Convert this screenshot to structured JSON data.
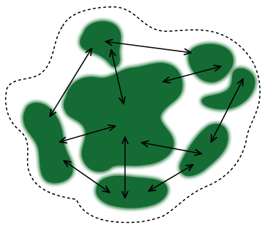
{
  "diagram": {
    "colors": {
      "region_fill": "#156b34",
      "region_halo": "#3f8d57",
      "arrow": "#000000",
      "boundary": "#000000",
      "background": "#ffffff"
    },
    "regions": [
      {
        "id": "top-left-blob"
      },
      {
        "id": "top-right-blob"
      },
      {
        "id": "right-blob"
      },
      {
        "id": "center-blob"
      },
      {
        "id": "left-blob"
      },
      {
        "id": "bottom-right-blob"
      },
      {
        "id": "bottom-blob"
      }
    ],
    "connections": [
      {
        "from": "top-left-blob",
        "to": "left-blob"
      },
      {
        "from": "top-left-blob",
        "to": "top-right-blob"
      },
      {
        "from": "top-left-blob",
        "to": "center-blob"
      },
      {
        "from": "top-right-blob",
        "to": "center-blob"
      },
      {
        "from": "right-blob",
        "to": "bottom-right-blob"
      },
      {
        "from": "left-blob",
        "to": "center-blob"
      },
      {
        "from": "left-blob",
        "to": "bottom-blob"
      },
      {
        "from": "center-blob",
        "to": "bottom-blob"
      },
      {
        "from": "center-blob",
        "to": "bottom-right-blob"
      },
      {
        "from": "bottom-blob",
        "to": "bottom-right-blob"
      }
    ],
    "boundary": {
      "style": "dashed"
    }
  }
}
